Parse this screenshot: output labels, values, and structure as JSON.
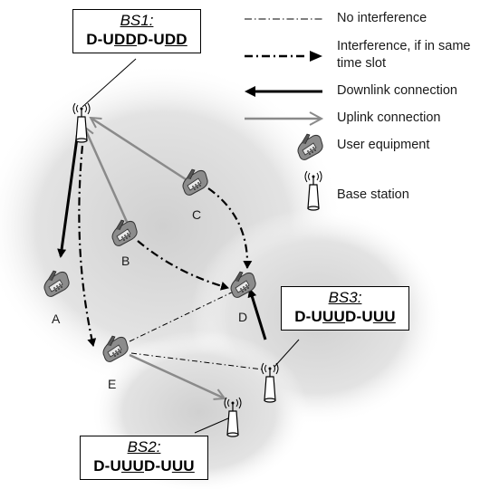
{
  "base_stations": [
    {
      "name": "BS1:",
      "segments": [
        [
          "D-U",
          false
        ],
        [
          "DD",
          true
        ],
        [
          "D-U",
          false
        ],
        [
          "DD",
          true
        ]
      ]
    },
    {
      "name": "BS2:",
      "segments": [
        [
          "D-U",
          false
        ],
        [
          "UU",
          true
        ],
        [
          "D-U",
          false
        ],
        [
          "UU",
          true
        ]
      ]
    },
    {
      "name": "BS3:",
      "segments": [
        [
          "D-U",
          false
        ],
        [
          "UU",
          true
        ],
        [
          "D-U",
          false
        ],
        [
          "UU",
          true
        ]
      ]
    }
  ],
  "ue_labels": {
    "A": "A",
    "B": "B",
    "C": "C",
    "D": "D",
    "E": "E"
  },
  "legend": {
    "no_interference": "No interference",
    "interference": "Interference, if in same time slot",
    "downlink": "Downlink connection",
    "uplink": "Uplink connection",
    "user_equipment": "User equipment",
    "base_station": "Base station"
  },
  "colors": {
    "downlink": "#000000",
    "uplink": "#8a8a8a",
    "interference": "#000000",
    "cell_shade": "#d4d4d4"
  }
}
